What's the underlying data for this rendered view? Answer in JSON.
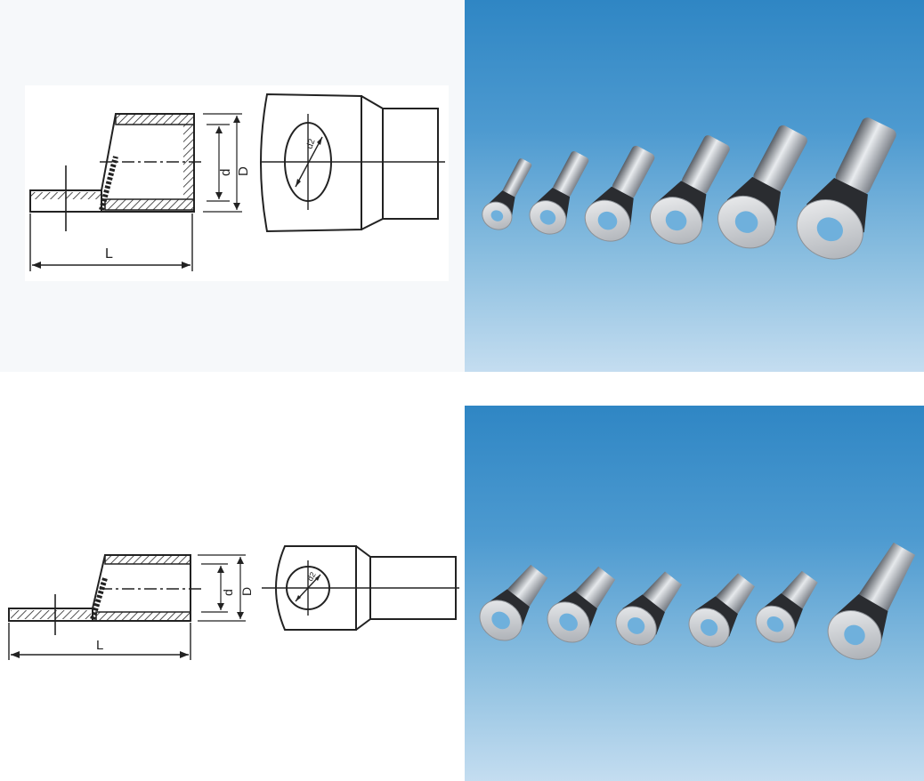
{
  "top_section": {
    "drawing_labels": {
      "length": "L",
      "inner_diameter": "d",
      "outer_diameter": "D",
      "stud_hole": "d2"
    },
    "photo": {
      "lug_count": 6,
      "lug_color": "#c9ccd1",
      "background_top": "#2f86c4",
      "background_bottom": "#c4ddf0"
    }
  },
  "bottom_section": {
    "drawing_labels": {
      "length": "L",
      "inner_diameter": "d",
      "outer_diameter": "D",
      "stud_hole": "d2"
    },
    "photo": {
      "lug_count": 6,
      "lug_color": "#c9ccd1",
      "background_top": "#2f86c4",
      "background_bottom": "#c4ddf0"
    }
  }
}
